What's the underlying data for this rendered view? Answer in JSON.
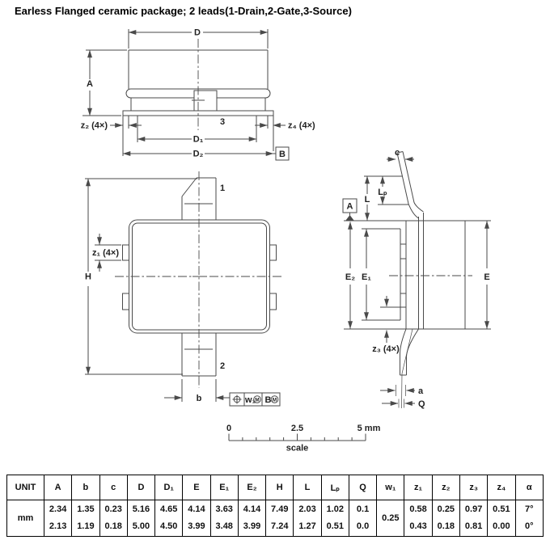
{
  "title": "Earless Flanged ceramic package; 2 leads(1-Drain,2-Gate,3-Source)",
  "drawing": {
    "front": {
      "d": "D",
      "a": "A",
      "z2": "z₂ (4×)",
      "z4": "z₄ (4×)",
      "lead3": "3",
      "d1": "D₁",
      "d2": "D₂",
      "datum_b": "B"
    },
    "plan": {
      "h": "H",
      "z1": "z₁ (4×)",
      "lead1": "1",
      "lead2": "2",
      "b": "b",
      "fcf_w1": "w₁",
      "fcf_m1": "M",
      "fcf_b": "B",
      "fcf_m2": "M"
    },
    "side": {
      "c": "c",
      "l": "L",
      "lp": "Lₚ",
      "datum_a": "A",
      "e2": "E₂",
      "e1": "E₁",
      "e": "E",
      "z3": "z₃ (4×)",
      "a": "a",
      "q": "Q"
    },
    "scale_bar": {
      "start": "0",
      "mid": "2.5",
      "end": "5 mm",
      "caption": "scale"
    }
  },
  "table": {
    "unit_header": "UNIT",
    "unit_value": "mm",
    "columns": [
      {
        "label": "A",
        "max": "2.34",
        "min": "2.13"
      },
      {
        "label": "b",
        "max": "1.35",
        "min": "1.19"
      },
      {
        "label": "c",
        "max": "0.23",
        "min": "0.18"
      },
      {
        "label": "D",
        "max": "5.16",
        "min": "5.00"
      },
      {
        "label": "D₁",
        "max": "4.65",
        "min": "4.50"
      },
      {
        "label": "E",
        "max": "4.14",
        "min": "3.99"
      },
      {
        "label": "E₁",
        "max": "3.63",
        "min": "3.48"
      },
      {
        "label": "E₂",
        "max": "4.14",
        "min": "3.99"
      },
      {
        "label": "H",
        "max": "7.49",
        "min": "7.24"
      },
      {
        "label": "L",
        "max": "2.03",
        "min": "1.27"
      },
      {
        "label": "Lₚ",
        "max": "1.02",
        "min": "0.51"
      },
      {
        "label": "Q",
        "max": "0.1",
        "min": "0.0"
      },
      {
        "label": "w₁",
        "single": "0.25"
      },
      {
        "label": "z₁",
        "max": "0.58",
        "min": "0.43"
      },
      {
        "label": "z₂",
        "max": "0.25",
        "min": "0.18"
      },
      {
        "label": "z₃",
        "max": "0.97",
        "min": "0.81"
      },
      {
        "label": "z₄",
        "max": "0.51",
        "min": "0.00"
      },
      {
        "label": "α",
        "max": "7°",
        "min": "0°"
      }
    ]
  }
}
